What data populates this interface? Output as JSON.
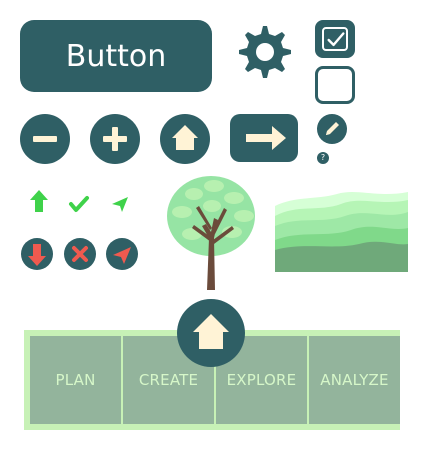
{
  "primary_button": {
    "label": "Button"
  },
  "help_button": {
    "label": "?"
  },
  "tabs": [
    {
      "label": "PLAN"
    },
    {
      "label": "CREATE"
    },
    {
      "label": "EXPLORE"
    },
    {
      "label": "ANALYZE"
    }
  ],
  "colors": {
    "primary": "#2f5f65",
    "success": "#3fd24a",
    "danger": "#ef5a4f",
    "tab_bg": "#93b49c",
    "tab_border": "#c7f1b6",
    "tab_text": "#d6f7c9",
    "icon_light": "#fff3d6"
  },
  "icons": {
    "gear": "gear-icon",
    "checkbox_checked": "checkmark-icon",
    "minus": "minus-icon",
    "plus": "plus-icon",
    "home": "home-icon",
    "arrow_right": "arrow-right-icon",
    "pencil": "pencil-icon",
    "help": "help-icon",
    "up_arrow": "green-up-arrow-icon",
    "checkmark": "green-checkmark-icon",
    "send": "green-send-icon",
    "down_arrow": "down-arrow-icon",
    "close": "x-icon",
    "send_red": "send-red-icon",
    "tree": "tree-image",
    "hills": "hills-image"
  },
  "checkboxes": [
    {
      "checked": true
    },
    {
      "checked": false
    }
  ]
}
